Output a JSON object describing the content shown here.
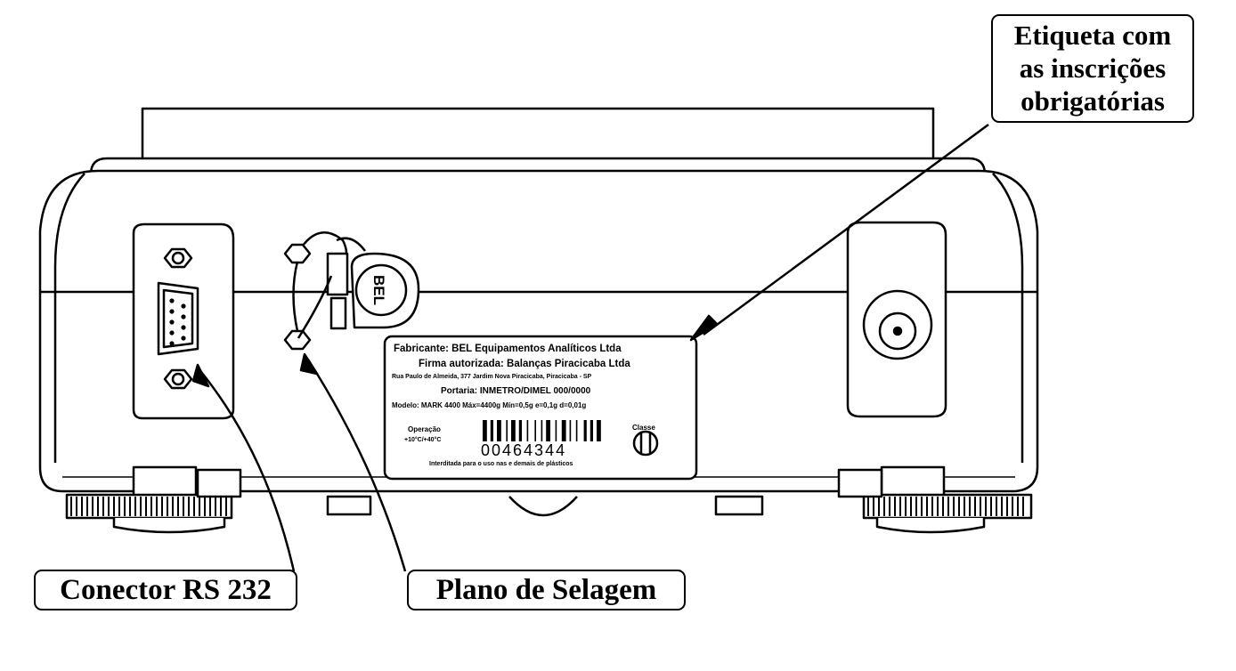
{
  "callouts": {
    "etiqueta": [
      "Etiqueta com",
      "as inscrições",
      "obrigatórias"
    ],
    "rs232": "Conector RS 232",
    "selagem": "Plano de Selagem"
  },
  "label_plate": {
    "line1": "Fabricante: BEL Equipamentos Analíticos Ltda",
    "line2": "Firma autorizada: Balanças Piracicaba Ltda",
    "line3": "Rua Paulo de Almeida, 377 Jardim Nova Piracicaba, Piracicaba - SP",
    "line4": "Portaria: INMETRO/DIMEL 000/0000",
    "line5": "Modelo: MARK 4400 Máx=4400g Mín=0,5g e=0,1g d=0,01g",
    "left_label": "Operação",
    "left_value": "+10°C/+40°C",
    "serial": "00464344",
    "right_label": "Classe",
    "class_mark": "II",
    "footer": "Interditada para o uso nas e demais de plásticos"
  },
  "seal_text": "BEL",
  "colors": {
    "ink": "#000000",
    "paper": "#ffffff"
  }
}
